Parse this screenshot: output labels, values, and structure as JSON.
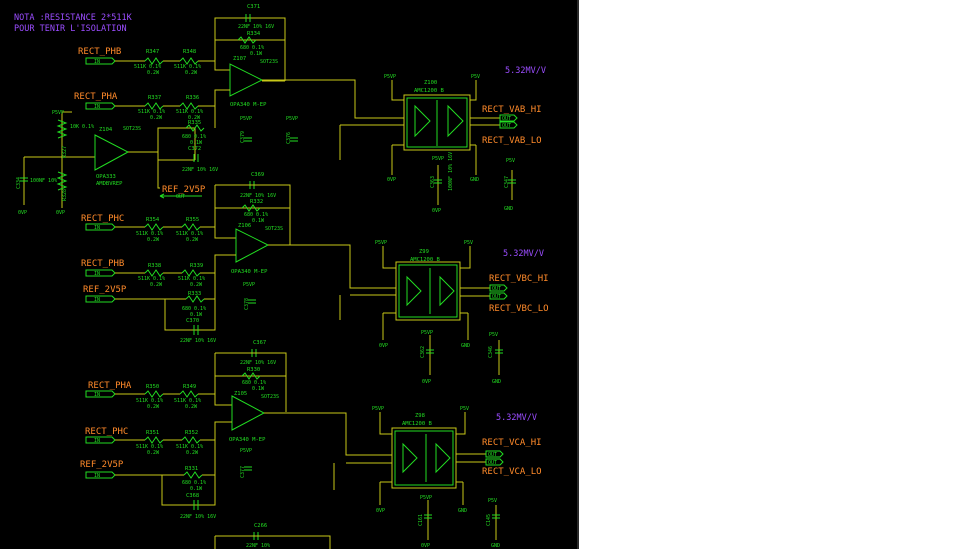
{
  "note": {
    "line1": "NOTA :RESISTANCE 2*511K",
    "line2": "POUR TENIR L'ISOLATION"
  },
  "power": {
    "p5vp": "P5VP",
    "p5v": "P5V",
    "ovp": "0VP",
    "gnd": "GND",
    "ov": "0V"
  },
  "pin_tags": {
    "in": "IN",
    "out": "OUT"
  },
  "sections": [
    {
      "out_scale": "5.32MV/V",
      "in_pos": "RECT_PHB",
      "in_neg": "RECT_PHA",
      "ref": "",
      "out_hi": "RECT_VAB_HI",
      "out_lo": "RECT_VAB_LO",
      "opamp": {
        "ref": "Z107",
        "model": "OPA340 M-EP",
        "pkg": "SOT23S"
      },
      "iso": {
        "ref": "Z100",
        "model": "AMC1200 B"
      },
      "caps": {
        "fb": "C371",
        "fb_val": "22NF 10% 16V",
        "low": "C372",
        "low_val": "22NF 10% 16V",
        "dec1": "C363",
        "dec2": "C347",
        "dec_op": "C379",
        "dec_op2": "C376"
      },
      "res": [
        {
          "ref": "R347",
          "val": "511K 0.1%",
          "pw": "0.2W"
        },
        {
          "ref": "R348",
          "val": "511K 0.1%",
          "pw": "0.2W"
        },
        {
          "ref": "R337",
          "val": "511K 0.1%",
          "pw": "0.2W"
        },
        {
          "ref": "R336",
          "val": "511K 0.1%",
          "pw": "0.2W"
        },
        {
          "ref": "R334",
          "val": "680 0.1%",
          "pw": "0.1W"
        },
        {
          "ref": "R335",
          "val": "680 0.1%",
          "pw": "0.1W"
        }
      ]
    },
    {
      "out_scale": "5.32MV/V",
      "in_pos": "RECT_PHC",
      "in_neg": "RECT_PHB",
      "ref": "REF_2V5P",
      "out_hi": "RECT_VBC_HI",
      "out_lo": "RECT_VBC_LO",
      "opamp": {
        "ref": "Z106",
        "model": "OPA340 M-EP",
        "pkg": "SOT23S"
      },
      "iso": {
        "ref": "Z99",
        "model": "AMC1200 B"
      },
      "caps": {
        "fb": "C369",
        "fb_val": "22NF 10% 16V",
        "low": "C370",
        "low_val": "22NF 10% 16V",
        "dec1": "C362",
        "dec2": "C346",
        "dec_op": "C378"
      },
      "res": [
        {
          "ref": "R354",
          "val": "511K 0.1%",
          "pw": "0.2W"
        },
        {
          "ref": "R355",
          "val": "511K 0.1%",
          "pw": "0.2W"
        },
        {
          "ref": "R338",
          "val": "511K 0.1%",
          "pw": "0.2W"
        },
        {
          "ref": "R339",
          "val": "511K 0.1%",
          "pw": "0.2W"
        },
        {
          "ref": "R332",
          "val": "680 0.1%",
          "pw": "0.1W"
        },
        {
          "ref": "R333",
          "val": "680 0.1%",
          "pw": "0.1W"
        }
      ]
    },
    {
      "out_scale": "5.32MV/V",
      "in_pos": "RECT_PHA",
      "in_neg": "RECT_PHC",
      "ref": "REF_2V5P",
      "out_hi": "RECT_VCA_HI",
      "out_lo": "RECT_VCA_LO",
      "opamp": {
        "ref": "Z105",
        "model": "OPA340 M-EP",
        "pkg": "SOT23S"
      },
      "iso": {
        "ref": "Z98",
        "model": "AMC1200 B"
      },
      "caps": {
        "fb": "C367",
        "fb_val": "22NF 10% 16V",
        "low": "C368",
        "low_val": "22NF 10% 16V",
        "dec1": "C161",
        "dec2": "C145",
        "dec_op": "C377"
      },
      "res": [
        {
          "ref": "R350",
          "val": "511K 0.1%",
          "pw": "0.2W"
        },
        {
          "ref": "R349",
          "val": "511K 0.1%",
          "pw": "0.2W"
        },
        {
          "ref": "R351",
          "val": "511K 0.1%",
          "pw": "0.2W"
        },
        {
          "ref": "R352",
          "val": "511K 0.1%",
          "pw": "0.2W"
        },
        {
          "ref": "R330",
          "val": "680 0.1%",
          "pw": "0.1W"
        },
        {
          "ref": "R331",
          "val": "680 0.1%",
          "pw": "0.1W"
        }
      ]
    }
  ],
  "ref_buffer": {
    "ref": "Z104",
    "model": "OPA333",
    "sub": "AMDBVREP",
    "pkg": "SOT23S",
    "r_top": "R327",
    "r_bot": "R328",
    "r_val": "10K 0.1%",
    "cap": "C334",
    "cap_val": "100NF 10%",
    "out": "REF_2V5P"
  },
  "dec_val": "100NF 10% 16V",
  "bottom_cap": {
    "ref": "C266",
    "val": "22NF 10%"
  }
}
